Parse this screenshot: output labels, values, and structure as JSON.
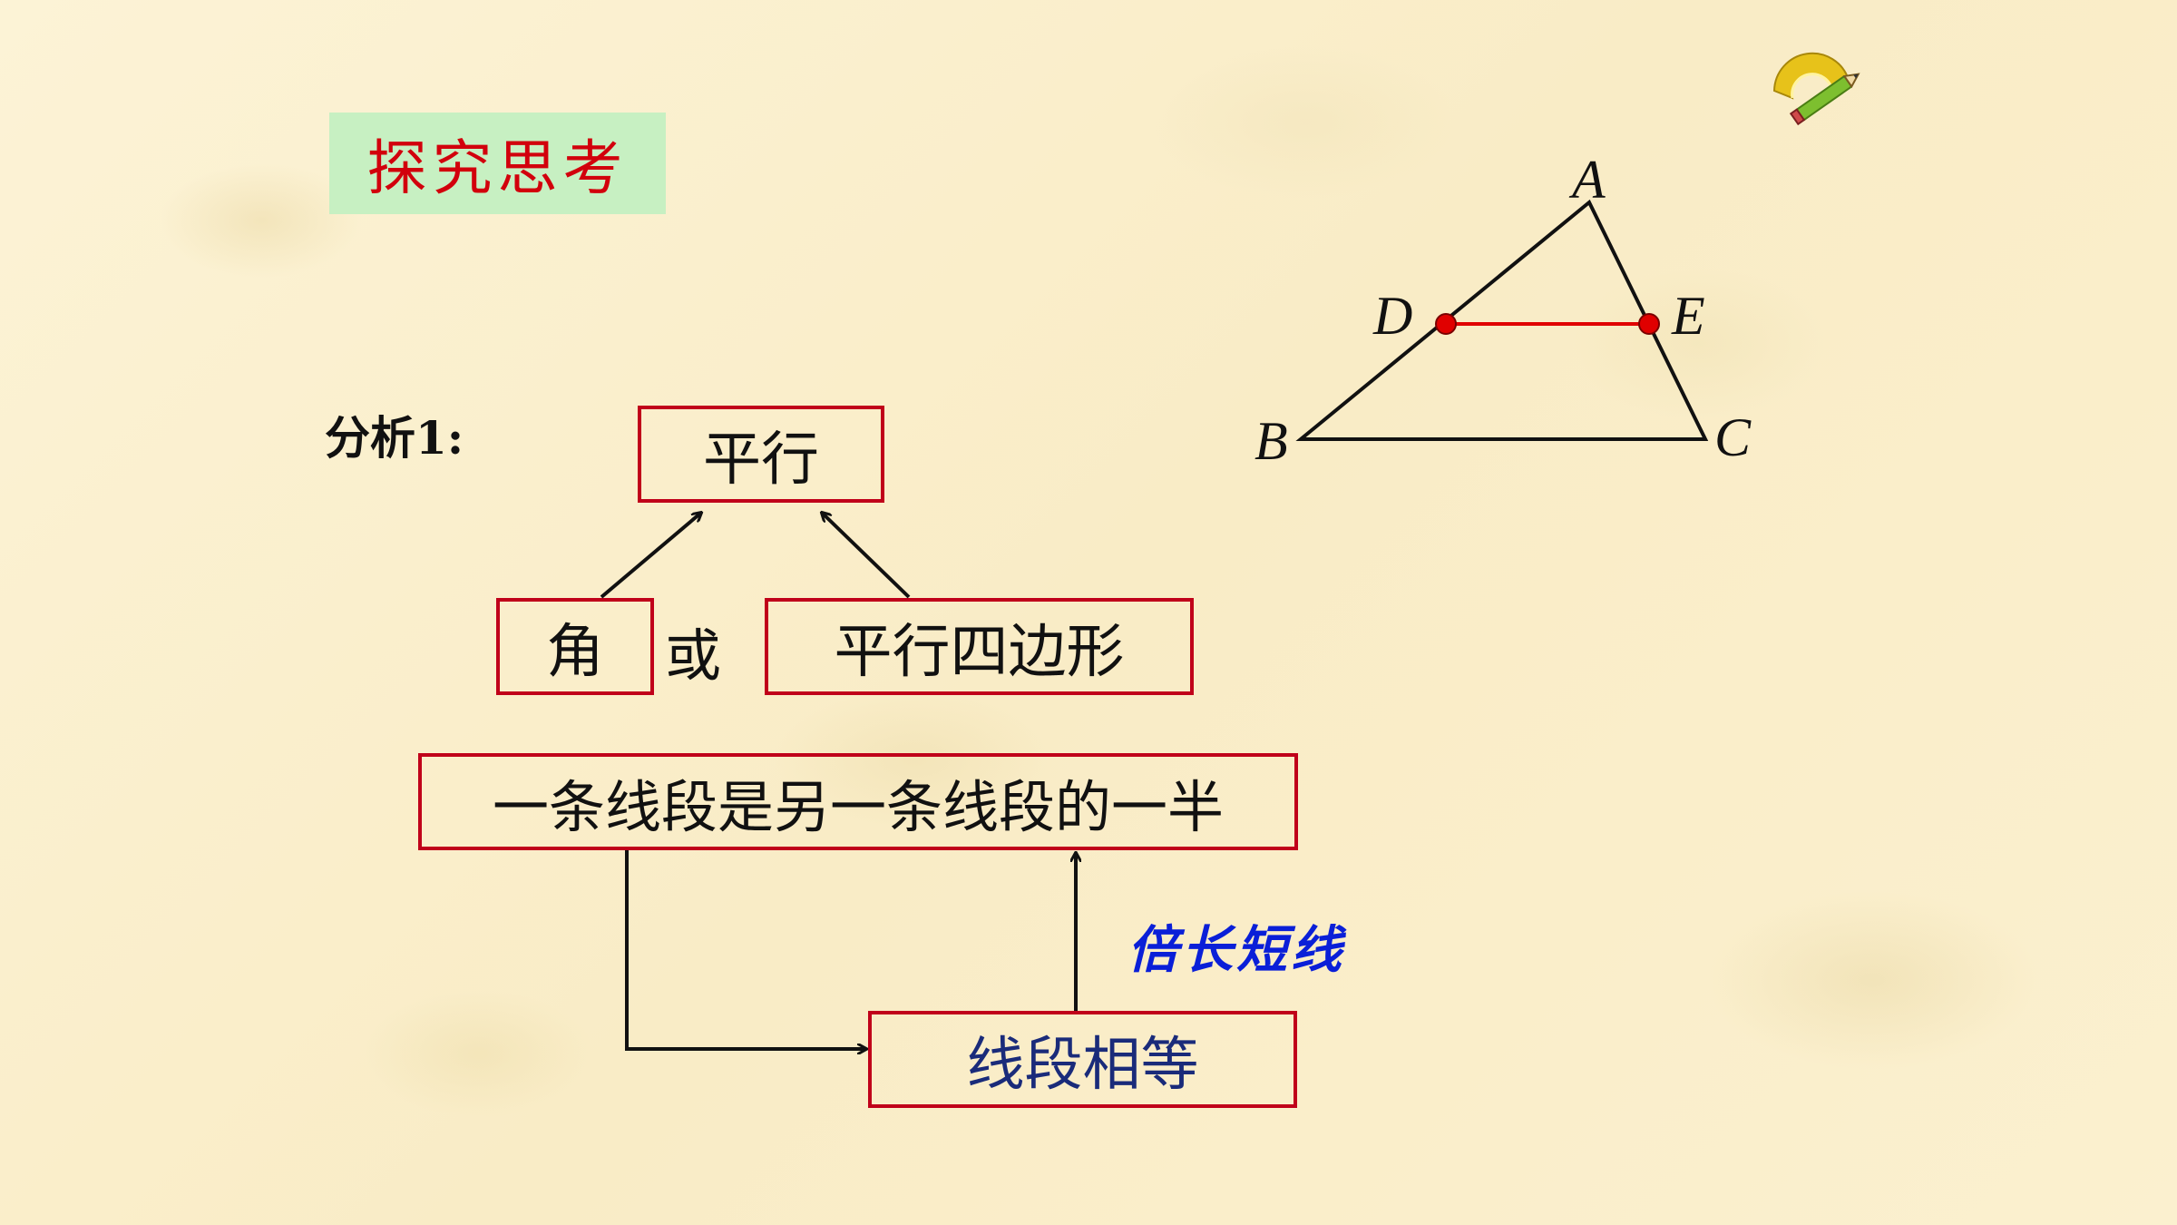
{
  "title": "探究思考",
  "analysis": {
    "label": "分析1:"
  },
  "flow": {
    "parallel": "平行",
    "angle": "角",
    "or": "或",
    "parallelogram": "平行四边形",
    "half_relation": "一条线段是另一条线段的一半",
    "equal_segments": "线段相等",
    "hint": "倍长短线"
  },
  "triangle": {
    "labels": {
      "A": "A",
      "B": "B",
      "C": "C",
      "D": "D",
      "E": "E"
    },
    "midline_color": "#e00000",
    "point_color": "#e00000"
  },
  "colors": {
    "title_bg": "#c7f0c2",
    "title_text": "#d2000c",
    "box_border": "#c0001a",
    "hint": "#0a1fd8"
  },
  "icons": {
    "corner_logo": "pencil-protractor-icon"
  }
}
